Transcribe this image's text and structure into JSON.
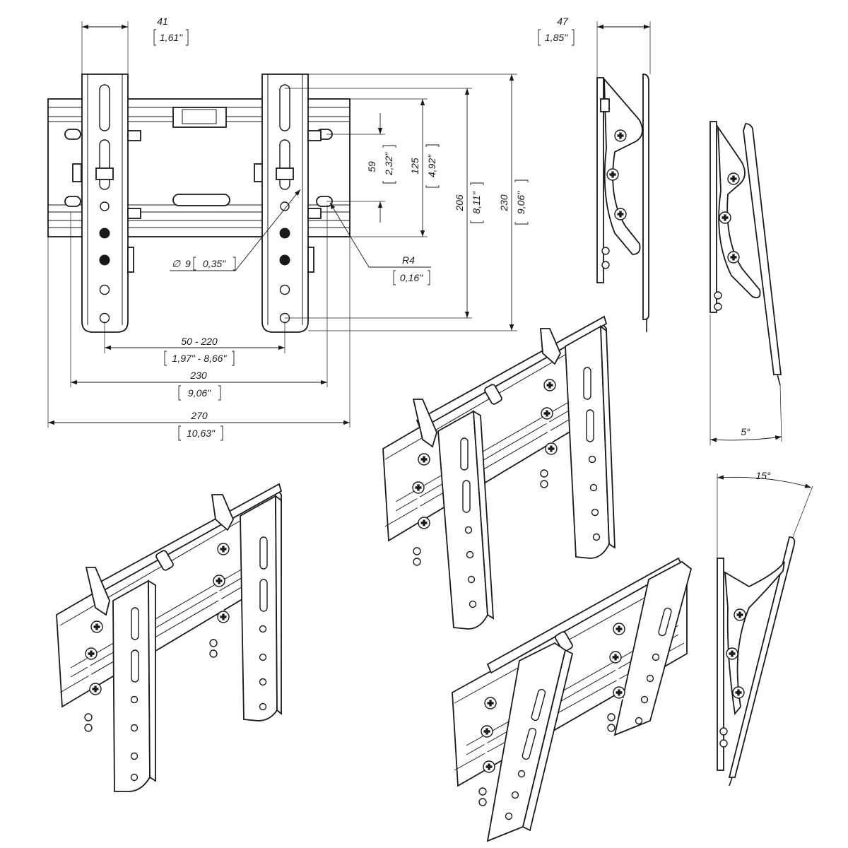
{
  "front_view": {
    "dim_top_width": {
      "mm": "41",
      "in": "1,61\""
    },
    "dim_hole_spacing": {
      "mm": "59",
      "in": "2,32\""
    },
    "dim_slot_length": {
      "mm": "125",
      "in": "4,92\""
    },
    "dim_vesa_vertical": {
      "mm": "206",
      "in": "8,11\""
    },
    "dim_total_height": {
      "mm": "230",
      "in": "9,06\""
    },
    "dim_hole_diameter": {
      "symbol": "∅",
      "mm": "9",
      "in": "0,35\""
    },
    "dim_radius": {
      "mm": "R4",
      "in": "0,16\""
    },
    "dim_vesa_horizontal": {
      "mm": "50 - 220",
      "in": "1,97\" - 8,66\""
    },
    "dim_rail_width": {
      "mm": "230",
      "in": "9,06\""
    },
    "dim_total_width": {
      "mm": "270",
      "in": "10,63\""
    }
  },
  "side_view": {
    "dim_depth": {
      "mm": "47",
      "in": "1,85\""
    }
  },
  "tilt_views": {
    "min_angle": "5°",
    "max_angle": "15°"
  }
}
